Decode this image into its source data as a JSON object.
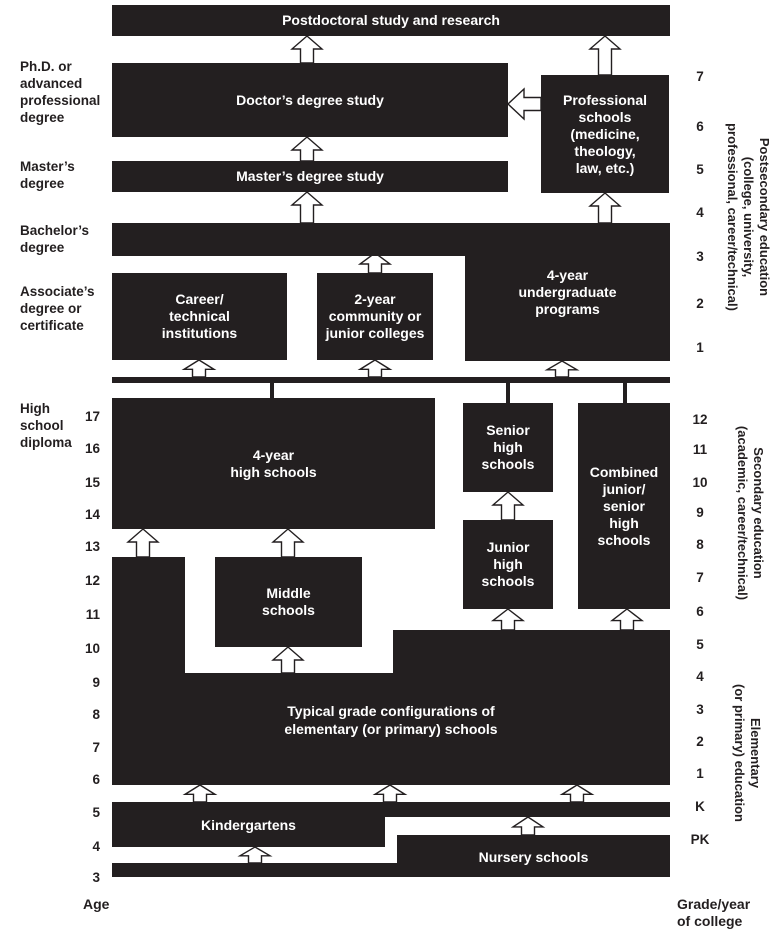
{
  "palette": {
    "box_fill": "#231f20",
    "box_text": "#ffffff",
    "label_text": "#231f20",
    "arrow_fill": "#ffffff",
    "arrow_stroke": "#231f20"
  },
  "boxes": [
    {
      "id": "postdoctoral",
      "lines": [
        "Postdoctoral study and research"
      ]
    },
    {
      "id": "doctors",
      "lines": [
        "Doctor’s degree study"
      ]
    },
    {
      "id": "professional",
      "lines": [
        "Professional",
        "schools",
        "(medicine,",
        "theology,",
        "law, etc.)"
      ]
    },
    {
      "id": "masters",
      "lines": [
        "Master’s degree study"
      ]
    },
    {
      "id": "bachelor_bar",
      "lines": []
    },
    {
      "id": "undergrad4",
      "lines": [
        "4-year",
        "undergraduate",
        "programs"
      ]
    },
    {
      "id": "careertech",
      "lines": [
        "Career/",
        "technical",
        "institutions"
      ]
    },
    {
      "id": "twoyear",
      "lines": [
        "2-year",
        "community or",
        "junior colleges"
      ]
    },
    {
      "id": "hs4",
      "lines": [
        "4-year",
        "high schools"
      ]
    },
    {
      "id": "senior",
      "lines": [
        "Senior",
        "high",
        "schools"
      ]
    },
    {
      "id": "combined",
      "lines": [
        "Combined",
        "junior/",
        "senior",
        "high",
        "schools"
      ]
    },
    {
      "id": "junior",
      "lines": [
        "Junior",
        "high",
        "schools"
      ]
    },
    {
      "id": "middle",
      "lines": [
        "Middle",
        "schools"
      ]
    }
  ],
  "regions": [
    {
      "id": "elementary",
      "lines": [
        "Typical grade configurations of",
        "elementary (or primary) schools"
      ]
    },
    {
      "id": "kindergartens",
      "lines": [
        "Kindergartens"
      ]
    },
    {
      "id": "nursery",
      "lines": [
        "Nursery schools"
      ]
    }
  ],
  "left_labels": [
    {
      "id": "phd",
      "lines": [
        "Ph.D. or",
        "advanced",
        "professional",
        "degree"
      ]
    },
    {
      "id": "masters_label",
      "lines": [
        "Master’s",
        "degree"
      ]
    },
    {
      "id": "bachelors_label",
      "lines": [
        "Bachelor’s",
        "degree"
      ]
    },
    {
      "id": "associates_label",
      "lines": [
        "Associate’s",
        "degree or",
        "certificate"
      ]
    },
    {
      "id": "hs_diploma",
      "lines": [
        "High",
        "school",
        "diploma"
      ]
    }
  ],
  "side_labels": [
    {
      "id": "postsecondary",
      "lines": [
        "Postsecondary education",
        "(college, university,",
        "professional, career/technical)"
      ]
    },
    {
      "id": "secondary",
      "lines": [
        "Secondary education",
        "(academic, career/technical)"
      ]
    },
    {
      "id": "elementary_side",
      "lines": [
        "Elementary",
        "(or primary) education"
      ]
    }
  ],
  "age_axis": {
    "title": "Age",
    "values": [
      "17",
      "16",
      "15",
      "14",
      "13",
      "12",
      "11",
      "10",
      "9",
      "8",
      "7",
      "6",
      "5",
      "4",
      "3"
    ]
  },
  "grade_axis": {
    "title_lines": [
      "Grade/year",
      "of college"
    ],
    "postsecondary_years": [
      "7",
      "6",
      "5",
      "4",
      "3",
      "2",
      "1"
    ],
    "grades": [
      "12",
      "11",
      "10",
      "9",
      "8",
      "7",
      "6",
      "5",
      "4",
      "3",
      "2",
      "1",
      "K",
      "PK"
    ]
  }
}
